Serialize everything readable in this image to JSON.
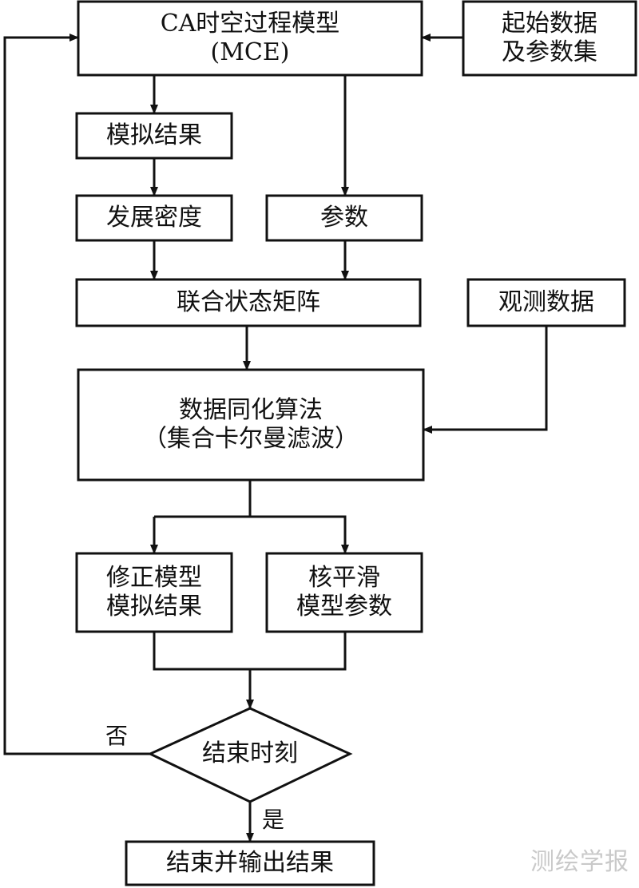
{
  "diagram": {
    "nodes": {
      "mce_model": {
        "line1": "CA时空过程模型",
        "line2": "(MCE)"
      },
      "initial_data": {
        "line1": "起始数据",
        "line2": "及参数集"
      },
      "simulation_result": {
        "text": "模拟结果"
      },
      "development_density": {
        "text": "发展密度"
      },
      "parameters": {
        "text": "参数"
      },
      "joint_state_matrix": {
        "text": "联合状态矩阵"
      },
      "observation_data": {
        "text": "观测数据"
      },
      "assimilation_algorithm": {
        "line1": "数据同化算法",
        "line2": "（集合卡尔曼滤波）"
      },
      "corrected_simulation": {
        "line1": "修正模型",
        "line2": "模拟结果"
      },
      "kernel_smoothing": {
        "line1": "核平滑",
        "line2": "模型参数"
      },
      "end_decision": {
        "text": "结束时刻"
      },
      "final_output": {
        "text": "结束并输出结果"
      }
    },
    "labels": {
      "no": "否",
      "yes": "是"
    }
  },
  "watermark": "测绘学报"
}
